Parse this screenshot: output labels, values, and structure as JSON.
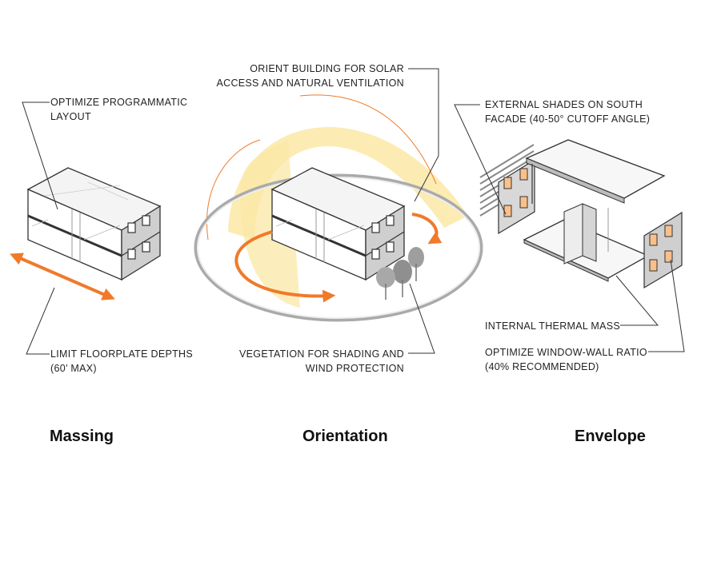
{
  "annotations": {
    "massing_top": [
      "OPTIMIZE PROGRAMMATIC",
      "LAYOUT"
    ],
    "massing_bottom": [
      "LIMIT FLOORPLATE DEPTHS",
      "(60’ MAX)"
    ],
    "orientation_top": [
      "ORIENT BUILDING FOR SOLAR",
      "ACCESS AND NATURAL VENTILATION"
    ],
    "orientation_bottom": [
      "VEGETATION FOR SHADING AND",
      "WIND PROTECTION"
    ],
    "envelope_top": [
      "EXTERNAL SHADES ON SOUTH",
      "FACADE (40-50°  CUTOFF ANGLE)"
    ],
    "envelope_mid": [
      "INTERNAL THERMAL MASS"
    ],
    "envelope_bottom": [
      "OPTIMIZE WINDOW-WALL RATIO",
      "(40% RECOMMENDED)"
    ]
  },
  "captions": {
    "massing": "Massing",
    "orientation": "Orientation",
    "envelope": "Envelope"
  },
  "colors": {
    "accent_orange": "#f07a2a",
    "sun_path_yellow": "#fbe8a6",
    "window_fill": "#f9c08c",
    "wall_gray": "#cfcfcf",
    "line_dark": "#333333"
  }
}
